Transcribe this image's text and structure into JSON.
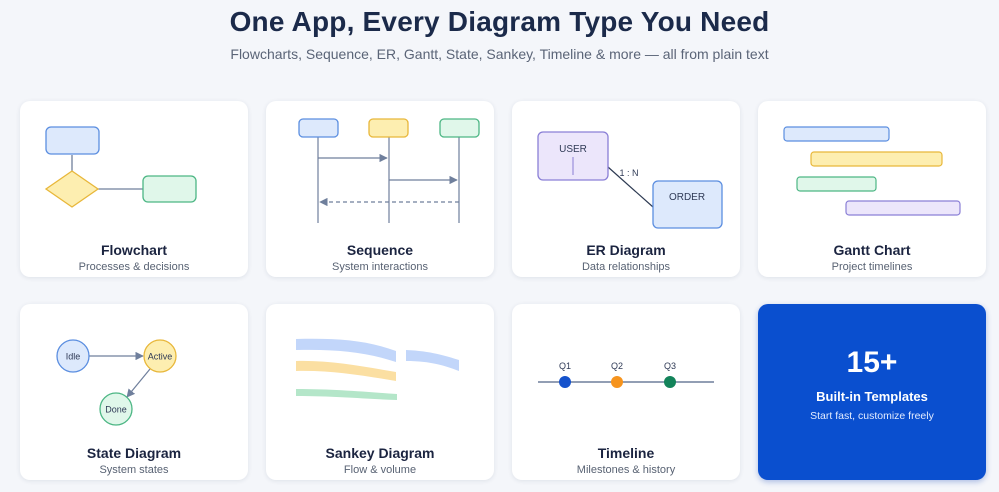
{
  "header": {
    "title": "One App, Every Diagram Type You Need",
    "subtitle": "Flowcharts, Sequence, ER, Gantt, State, Sankey, Timeline & more — all from plain text"
  },
  "cards": {
    "flowchart": {
      "name": "Flowchart",
      "desc": "Processes & decisions"
    },
    "sequence": {
      "name": "Sequence",
      "desc": "System interactions"
    },
    "er": {
      "name": "ER Diagram",
      "desc": "Data relationships",
      "entity_a": "USER",
      "entity_b": "ORDER",
      "cardinality": "1 : N"
    },
    "gantt": {
      "name": "Gantt Chart",
      "desc": "Project timelines"
    },
    "state": {
      "name": "State Diagram",
      "desc": "System states",
      "states": [
        "Idle",
        "Active",
        "Done"
      ]
    },
    "sankey": {
      "name": "Sankey Diagram",
      "desc": "Flow & volume"
    },
    "timeline": {
      "name": "Timeline",
      "desc": "Milestones & history",
      "milestones": [
        "Q1",
        "Q2",
        "Q3"
      ]
    }
  },
  "promo": {
    "count": "15+",
    "title": "Built-in Templates",
    "subtitle": "Start fast, customize freely"
  },
  "colors": {
    "blue_fill": "#dde9fc",
    "blue_stroke": "#5b8ee0",
    "yellow_fill": "#fdeeb0",
    "yellow_stroke": "#e8b73a",
    "green_fill": "#e0f7ea",
    "green_stroke": "#4cb684",
    "purple_fill": "#ece6fb",
    "purple_stroke": "#8a7fd6",
    "line": "#6f7f9c",
    "promo_bg": "#0a4fcf",
    "milestone_q1": "#1552cc",
    "milestone_q2": "#f6941e",
    "milestone_q3": "#13835a"
  }
}
